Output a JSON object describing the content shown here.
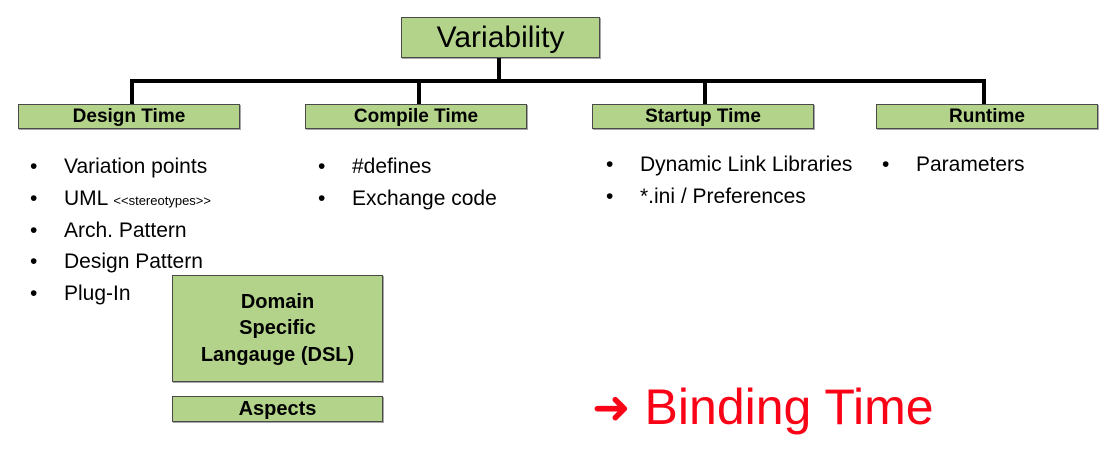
{
  "slide": {
    "root_box": {
      "label": "Variability"
    },
    "categories": [
      {
        "title": "Design Time"
      },
      {
        "title": "Compile Time"
      },
      {
        "title": "Startup Time"
      },
      {
        "title": "Runtime"
      }
    ],
    "bullets": {
      "design_time": [
        {
          "text": "Variation points",
          "small": ""
        },
        {
          "text": "UML ",
          "small": "<<stereotypes>>"
        },
        {
          "text": "Arch. Pattern",
          "small": ""
        },
        {
          "text": "Design Pattern",
          "small": ""
        },
        {
          "text": "Plug-In",
          "small": ""
        }
      ],
      "compile_time": [
        {
          "text": "#defines",
          "small": ""
        },
        {
          "text": "Exchange code",
          "small": ""
        }
      ],
      "startup_time": [
        {
          "text": "Dynamic Link Libraries",
          "small": ""
        },
        {
          "text": "*.ini / Preferences",
          "small": ""
        }
      ],
      "runtime": [
        {
          "text": "Parameters",
          "small": ""
        }
      ]
    },
    "extra_boxes": {
      "dsl": {
        "line1": "Domain",
        "line2": "Specific",
        "line3": "Langauge (DSL)"
      },
      "aspects": {
        "label": "Aspects"
      }
    },
    "callout": {
      "arrow_glyph": "➜",
      "label": "Binding Time"
    },
    "bullet_glyph": "•",
    "colors": {
      "box_fill": "#b3d38a",
      "box_border": "#4a4a4a",
      "connector": "#000000",
      "callout_red": "#fb0316",
      "text": "#000000",
      "background": "#ffffff"
    }
  }
}
